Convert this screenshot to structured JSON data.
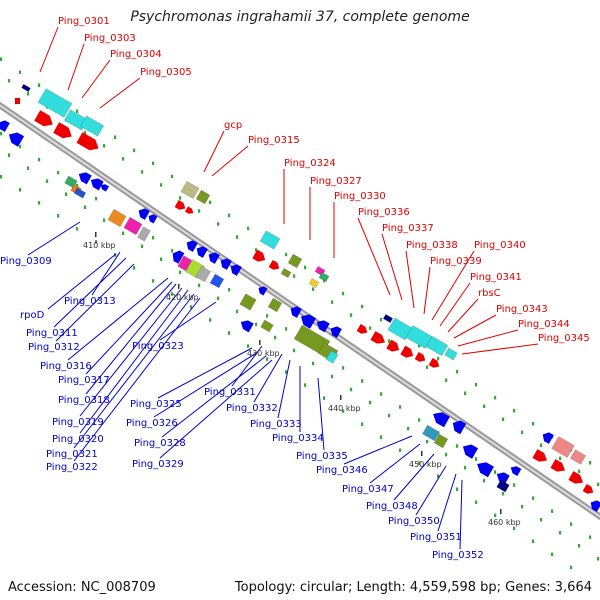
{
  "title": "Psychromonas ingrahamii 37, complete genome",
  "footer": {
    "accession": "Accession: NC_008709",
    "summary": "Topology: circular; Length: 4,559,598 bp; Genes: 3,664"
  },
  "colors": {
    "forward_label": "#e00000",
    "reverse_label": "#0000cc",
    "backbone": "#999999",
    "tick_green": "#33aa33"
  },
  "kbp_markers": [
    "410 kbp",
    "420 kbp",
    "430 kbp",
    "440 kbp",
    "450 kbp",
    "460 kbp"
  ],
  "forward_labels": [
    "Ping_0301",
    "Ping_0303",
    "Ping_0304",
    "Ping_0305",
    "gcp",
    "Ping_0315",
    "Ping_0324",
    "Ping_0327",
    "Ping_0330",
    "Ping_0336",
    "Ping_0337",
    "Ping_0338",
    "Ping_0339",
    "Ping_0340",
    "Ping_0341",
    "rbsC",
    "Ping_0343",
    "Ping_0344",
    "Ping_0345"
  ],
  "reverse_labels": [
    "Ping_0309",
    "Ping_0313",
    "rpoD",
    "Ping_0311",
    "Ping_0312",
    "Ping_0316",
    "Ping_0323",
    "Ping_0317",
    "Ping_0318",
    "Ping_0319",
    "Ping_0320",
    "Ping_0321",
    "Ping_0322",
    "Ping_0325",
    "Ping_0326",
    "Ping_0328",
    "Ping_0329",
    "Ping_0331",
    "Ping_0332",
    "Ping_0333",
    "Ping_0334",
    "Ping_0335",
    "Ping_0346",
    "Ping_0347",
    "Ping_0348",
    "Ping_0350",
    "Ping_0351",
    "Ping_0352"
  ]
}
